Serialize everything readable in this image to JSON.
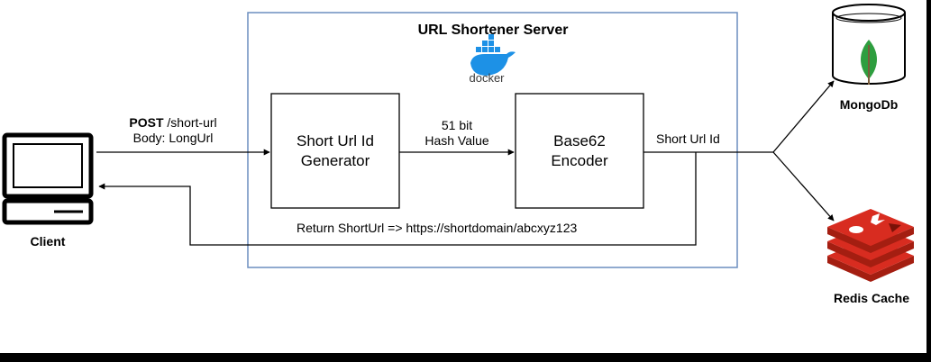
{
  "server": {
    "title": "URL Shortener Server",
    "docker_label": "docker"
  },
  "generator": {
    "line1": "Short Url Id",
    "line2": "Generator"
  },
  "encoder": {
    "line1": "Base62",
    "line2": "Encoder"
  },
  "request": {
    "method": "POST",
    "path": "/short-url",
    "body": "Body: LongUrl"
  },
  "hash_label": {
    "line1": "51 bit",
    "line2": "Hash Value"
  },
  "short_id_label": "Short Url Id",
  "return_label": "Return ShortUrl => https://shortdomain/abcxyz123",
  "client_label": "Client",
  "mongo_label": "MongoDb",
  "redis_label": "Redis Cache",
  "colors": {
    "server_border": "#6c8ebf",
    "docker_blue": "#1d91e6",
    "mongo_green": "#2e9e3f",
    "redis_red": "#d82c20",
    "redis_dark": "#a41e11"
  }
}
